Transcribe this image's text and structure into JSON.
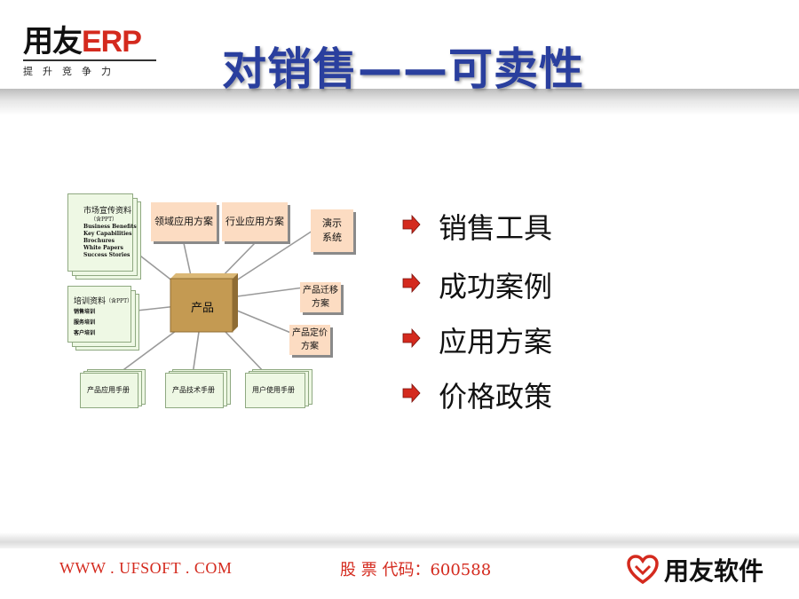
{
  "header": {
    "logo_main": "用友",
    "logo_accent": "ERP",
    "logo_tagline": "提升竞争力",
    "title": "对销售——可卖性"
  },
  "diagram": {
    "center": "产品",
    "marketing": {
      "title": "市场宣传资料",
      "subtitle": "（含PPT）",
      "items": [
        "Business Benefits",
        "Key Capabilities",
        "Brochures",
        "White Papers",
        "Success Stories"
      ]
    },
    "training": {
      "title": "培训资料",
      "subtitle": "（含PPT）",
      "items": [
        "销售培训",
        "服务培训",
        "客户培训"
      ]
    },
    "top_boxes": [
      "领域应用方案",
      "行业应用方案"
    ],
    "demo_line1": "演示",
    "demo_line2": "系统",
    "migration_line1": "产品迁移",
    "migration_line2": "方案",
    "pricing_line1": "产品定价",
    "pricing_line2": "方案",
    "manuals": [
      "产品应用手册",
      "产品技术手册",
      "用户使用手册"
    ]
  },
  "bullets": [
    "销售工具",
    "成功案例",
    "应用方案",
    "价格政策"
  ],
  "footer": {
    "url": "WWW . UFSOFT . COM",
    "stock": "股 票 代码：600588",
    "brand": "用友软件"
  },
  "colors": {
    "title": "#2a3f9e",
    "accent_red": "#d42a1e",
    "box_fill": "#fcdcc2",
    "center_fill": "#c49a52",
    "sheet_fill": "#eef8e4"
  }
}
